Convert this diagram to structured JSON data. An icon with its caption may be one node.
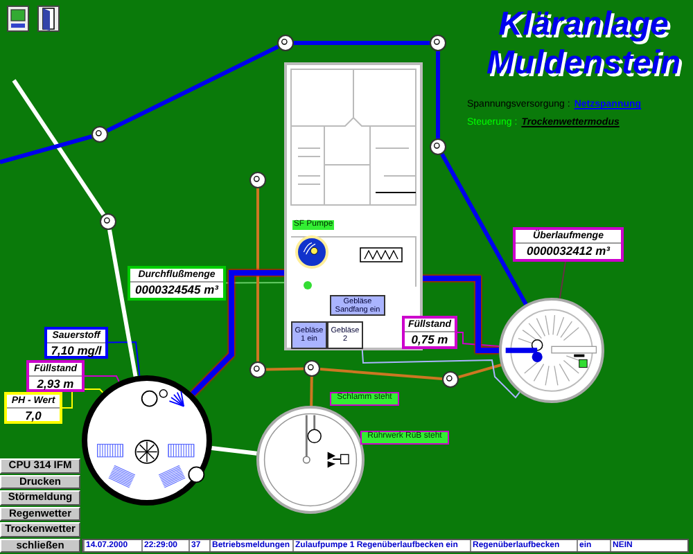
{
  "diagram": {
    "title": "Kläranlage Muldenstein",
    "nodes": [
      {
        "text": [],
        "shape": "box"
      },
      {
        "text": [
          "SF Pumpe"
        ],
        "in": 0
      },
      {
        "text": [],
        "shape": "circle",
        "in": 0
      },
      {
        "text": [
          "Gebläse Sandfang ein"
        ],
        "in": 0
      },
      {
        "text": [
          "Gebläse 1 ein"
        ],
        "in": 0
      },
      {
        "text": [
          "Gebläse 2"
        ],
        "in": 0
      },
      {
        "text": [
          "Durchflußmenge",
          "0000324545 m³"
        ]
      },
      {
        "text": [
          "Sauerstoff",
          "7,10 mg/l"
        ]
      },
      {
        "text": [
          "Füllstand",
          "2,93 m"
        ]
      },
      {
        "text": [
          "PH - Wert",
          "7,0"
        ]
      },
      {
        "text": [],
        "shape": "circle"
      },
      {
        "text": [
          "Füllstand",
          "0,75 m"
        ]
      },
      {
        "text": [
          "Überlaufmenge",
          "0000032412 m³"
        ]
      },
      {
        "text": [],
        "shape": "circle"
      },
      {
        "text": [],
        "shape": "circle"
      },
      {
        "text": [
          "Schlamm steht"
        ]
      },
      {
        "text": [
          "Rührwerk RüB steht"
        ]
      },
      {
        "text": [],
        "shape": "circle",
        "in": 0
      },
      {
        "text": [],
        "shape": "circle"
      },
      {
        "text": [],
        "shape": "circle"
      },
      {
        "text": [],
        "shape": "circle"
      },
      {
        "text": [],
        "shape": "circle"
      },
      {
        "text": [],
        "shape": "circle"
      },
      {
        "text": [],
        "shape": "circle"
      },
      {
        "text": [],
        "shape": "circle"
      },
      {
        "text": [],
        "shape": "circle"
      },
      {
        "text": [],
        "shape": "circle"
      }
    ],
    "edges": [
      {
        "from": 6,
        "to": 17,
        "arrow": "none",
        "color": "#66cc66"
      },
      {
        "from": 7,
        "to": 10,
        "arrow": "none",
        "color": "#0000ff"
      },
      {
        "from": 8,
        "to": 10,
        "arrow": "none",
        "color": "#cc00cc"
      },
      {
        "from": 9,
        "to": 10,
        "arrow": "none",
        "color": "#ffff00"
      },
      {
        "from": 11,
        "to": 13,
        "arrow": "none",
        "color": "#cc00cc"
      },
      {
        "from": 12,
        "to": 13,
        "arrow": "none",
        "color": "#663344"
      },
      {
        "from": null,
        "to": 22,
        "arrow": "none",
        "color": "#ffffff"
      },
      {
        "from": 22,
        "to": 10,
        "arrow": "none",
        "color": "#ffffff"
      },
      {
        "from": null,
        "to": 18,
        "arrow": "none",
        "color": "#0000ee"
      },
      {
        "from": 18,
        "to": 19,
        "arrow": "none",
        "color": "#0000ee"
      },
      {
        "from": 19,
        "to": 20,
        "arrow": "none",
        "color": "#0000ee"
      },
      {
        "from": 20,
        "to": 21,
        "arrow": "none",
        "color": "#0000ee"
      },
      {
        "from": 21,
        "to": 13,
        "arrow": "none",
        "color": "#0000ee"
      },
      {
        "from": 23,
        "to": 24,
        "arrow": "none",
        "color": "#cc7722"
      },
      {
        "from": 24,
        "to": 25,
        "arrow": "none",
        "color": "#cc7722"
      },
      {
        "from": 25,
        "to": 26,
        "arrow": "none",
        "color": "#cc7722"
      },
      {
        "from": 26,
        "to": 13,
        "arrow": "none",
        "color": "#cc7722"
      },
      {
        "from": 25,
        "to": 14,
        "arrow": "none",
        "color": "#cc7722"
      },
      {
        "from": 10,
        "to": 2,
        "arrow": "none",
        "style": "thick",
        "color": "#0000ee"
      },
      {
        "from": 2,
        "to": 13,
        "arrow": "none",
        "style": "thick",
        "color": "#0000ee"
      },
      {
        "from": 0,
        "to": 13,
        "arrow": "none",
        "color": "#aab4ff"
      },
      {
        "from": 10,
        "to": 14,
        "arrow": "none",
        "color": "#ffffff"
      }
    ],
    "labels": [
      "Spannungsversorgung :",
      "Netzspannung",
      "Steuerung :",
      "Trockenwettermodus",
      "CPU 314 IFM",
      "Drucken",
      "Störmeldung",
      "Regenwetter",
      "Trockenwetter",
      "schließen",
      "14.07.2000",
      "22:29:00",
      "37",
      "Betriebsmeldungen",
      "Zulaufpumpe 1 Regenüberlaufbecken ein",
      "Regenüberlaufbecken",
      "ein",
      "NEIN"
    ]
  }
}
